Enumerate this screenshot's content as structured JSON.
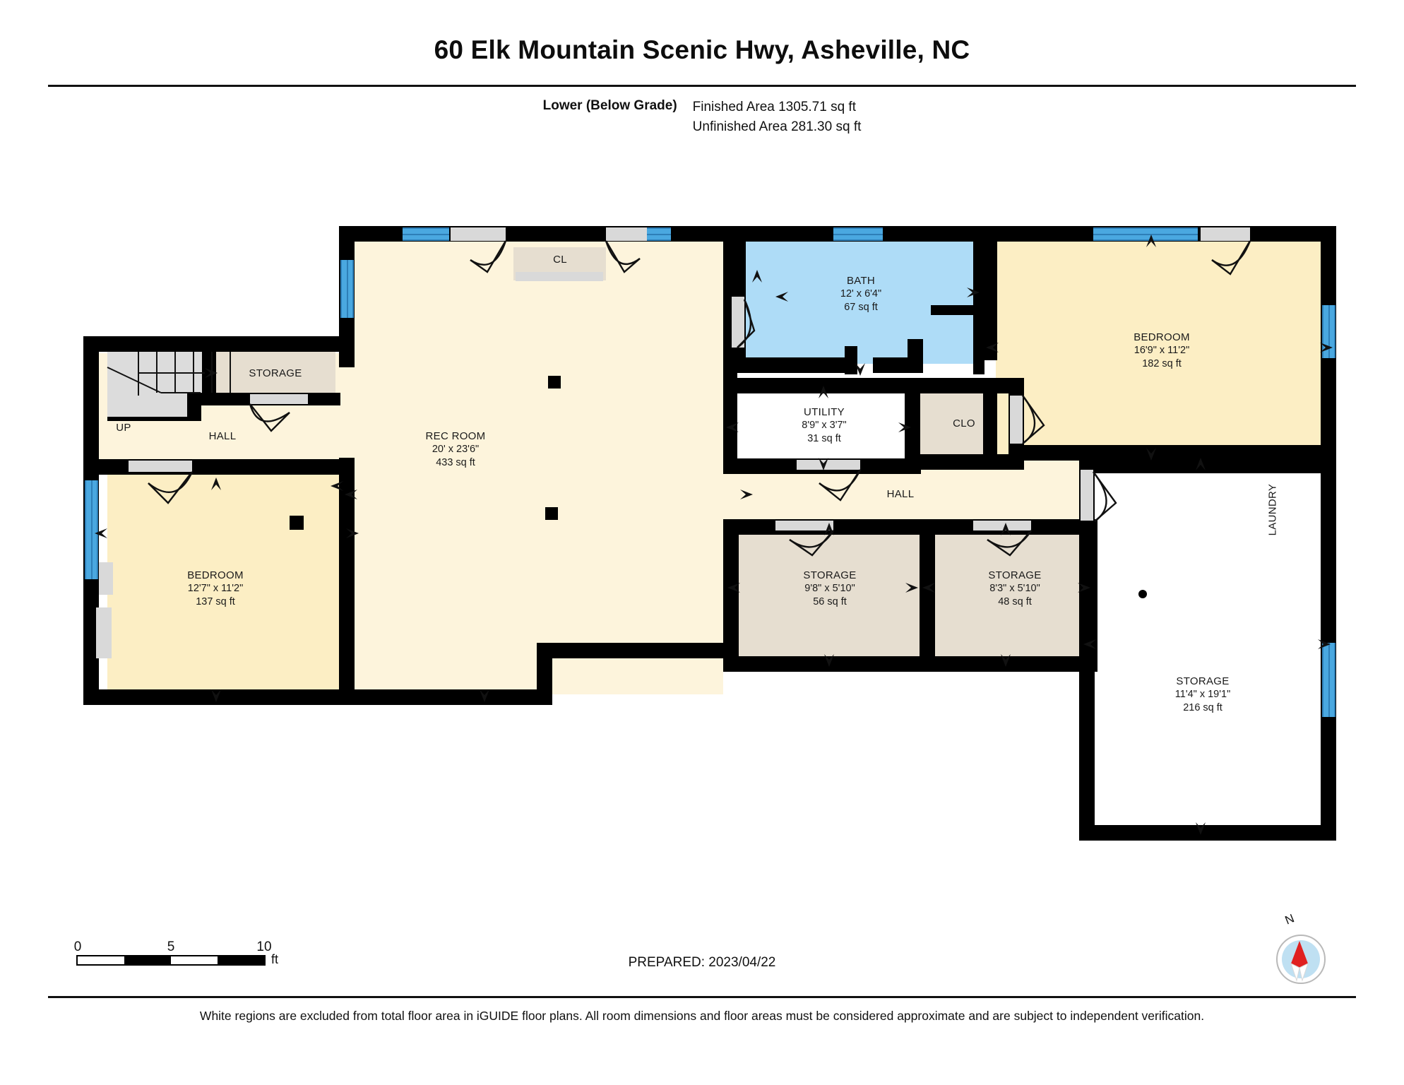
{
  "header": {
    "title": "60 Elk Mountain Scenic Hwy, Asheville, NC",
    "level_label": "Lower (Below Grade)",
    "finished_area": "Finished Area 1305.71 sq ft",
    "unfinished_area": "Unfinished Area 281.30 sq ft"
  },
  "rooms": {
    "storage_hall": {
      "name": "STORAGE"
    },
    "up": {
      "name": "UP"
    },
    "hall_left": {
      "name": "HALL"
    },
    "bedroom_left": {
      "name": "BEDROOM",
      "dim": "12'7\" x 11'2\"",
      "sqft": "137 sq ft"
    },
    "rec_room": {
      "name": "REC ROOM",
      "dim": "20' x 23'6\"",
      "sqft": "433 sq ft"
    },
    "cl": {
      "name": "CL"
    },
    "bath": {
      "name": "BATH",
      "dim": "12' x 6'4\"",
      "sqft": "67 sq ft"
    },
    "utility": {
      "name": "UTILITY",
      "dim": "8'9\" x 3'7\"",
      "sqft": "31 sq ft"
    },
    "clo": {
      "name": "CLO"
    },
    "hall_main": {
      "name": "HALL"
    },
    "bedroom_right": {
      "name": "BEDROOM",
      "dim": "16'9\" x 11'2\"",
      "sqft": "182 sq ft"
    },
    "storage_mid_left": {
      "name": "STORAGE",
      "dim": "9'8\" x 5'10\"",
      "sqft": "56 sq ft"
    },
    "storage_mid_right": {
      "name": "STORAGE",
      "dim": "8'3\" x 5'10\"",
      "sqft": "48 sq ft"
    },
    "laundry": {
      "name": "LAUNDRY"
    },
    "storage_right": {
      "name": "STORAGE",
      "dim": "11'4\" x 19'1\"",
      "sqft": "216 sq ft"
    }
  },
  "scale": {
    "tick_0": "0",
    "tick_5": "5",
    "tick_10": "10",
    "unit": "ft"
  },
  "compass": {
    "north_label": "N"
  },
  "prepared": "PREPARED: 2023/04/22",
  "footer_note": "White regions are excluded from total floor area in iGUIDE floor plans. All room dimensions and floor areas must be considered approximate and are subject to independent verification.",
  "colors": {
    "wall": "#000000",
    "finished_fill": "#fdf4dc",
    "bedroom_fill": "#fceec4",
    "bath_fill": "#aedcf7",
    "closet_fill": "#e6ded0",
    "excluded_fill": "#ffffff",
    "window": "#4aa8e0",
    "door": "#d9d9d9",
    "compass_needle": "#e02020",
    "compass_disc": "#bfe0f2"
  }
}
